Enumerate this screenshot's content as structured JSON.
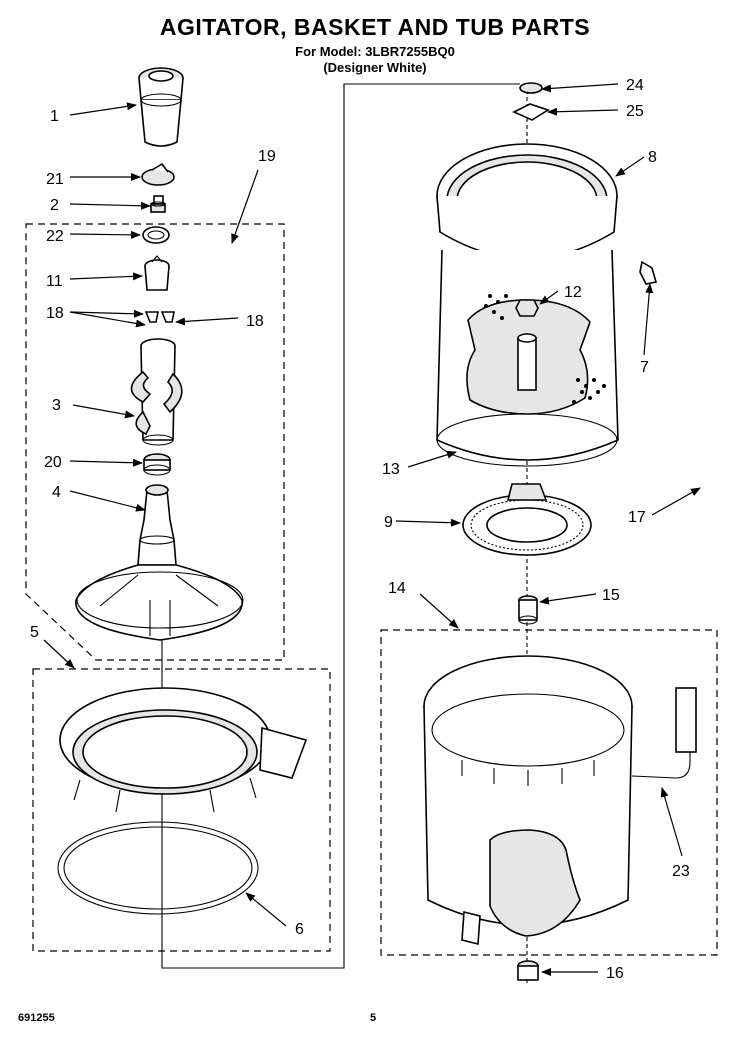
{
  "header": {
    "title": "AGITATOR, BASKET AND TUB PARTS",
    "model_line": "For Model: 3LBR7255BQ0",
    "color_line": "(Designer White)"
  },
  "callouts": [
    "1",
    "21",
    "2",
    "22",
    "19",
    "11",
    "18",
    "18",
    "3",
    "20",
    "4",
    "5",
    "6",
    "24",
    "25",
    "8",
    "12",
    "7",
    "13",
    "9",
    "17",
    "14",
    "15",
    "23",
    "16"
  ],
  "footer": {
    "doc_number": "691255",
    "page_number": "5"
  }
}
